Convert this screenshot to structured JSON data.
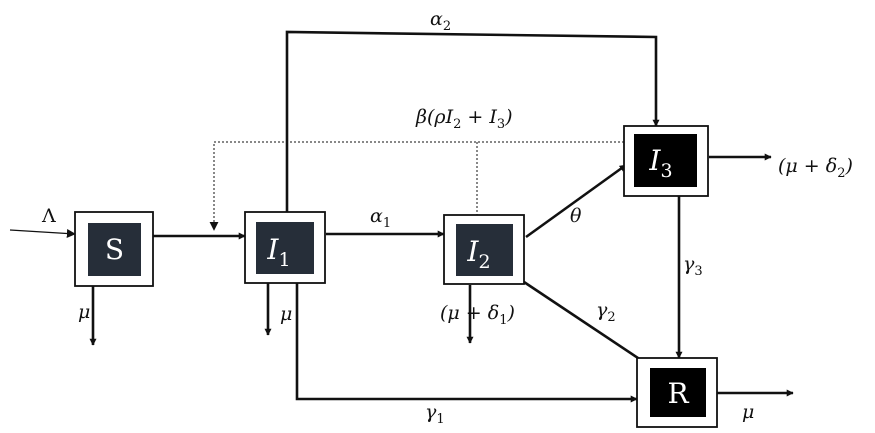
{
  "diagram": {
    "colors": {
      "line": "#111111",
      "node_fill_dark": "#262e39",
      "node_fill_black": "#000000",
      "box_border": "#111111"
    },
    "nodes": {
      "S": {
        "main": "S",
        "sub": ""
      },
      "I1": {
        "main": "I",
        "sub": "1"
      },
      "I2": {
        "main": "I",
        "sub": "2"
      },
      "I3": {
        "main": "I",
        "sub": "3"
      },
      "R": {
        "main": "R",
        "sub": ""
      }
    },
    "labels": {
      "recruitment": "Λ",
      "alpha2": {
        "main": "α",
        "sub": "2"
      },
      "alpha1": {
        "main": "α",
        "sub": "1"
      },
      "infection": {
        "pre": "β(ρI",
        "sub1": "2",
        "mid": " + I",
        "sub2": "3",
        "post": ")"
      },
      "theta": "θ",
      "i3_out": {
        "pre": "(μ + δ",
        "sub": "2",
        "post": ")"
      },
      "i2_out": {
        "pre": "(μ + δ",
        "sub": "1",
        "post": ")"
      },
      "s_death": "μ",
      "i1_death": "μ",
      "r_death": "μ",
      "gamma1": {
        "main": "γ",
        "sub": "1"
      },
      "gamma2": {
        "main": "γ",
        "sub": "2"
      },
      "gamma3": {
        "main": "γ",
        "sub": "3"
      }
    }
  }
}
